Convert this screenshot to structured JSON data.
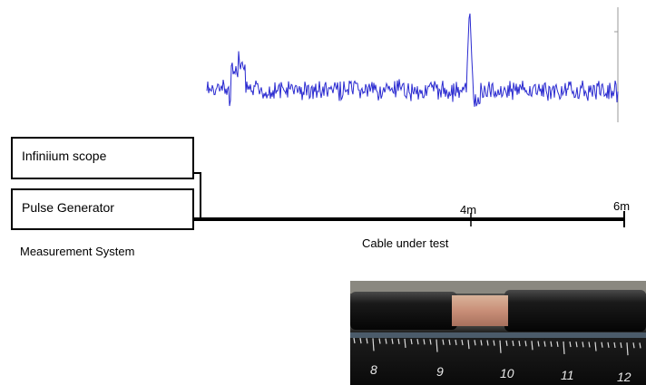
{
  "boxes": {
    "scope": "Infiniium scope",
    "pulse": "Pulse Generator"
  },
  "labels": {
    "system": "Measurement System",
    "cable": "Cable under test",
    "mark_4m": "4m",
    "mark_6m": "6m"
  },
  "ruler": {
    "numbers": [
      "8",
      "9",
      "10",
      "11",
      "12"
    ]
  },
  "colors": {
    "trace": "#2a2ad0",
    "line": "#000000"
  }
}
